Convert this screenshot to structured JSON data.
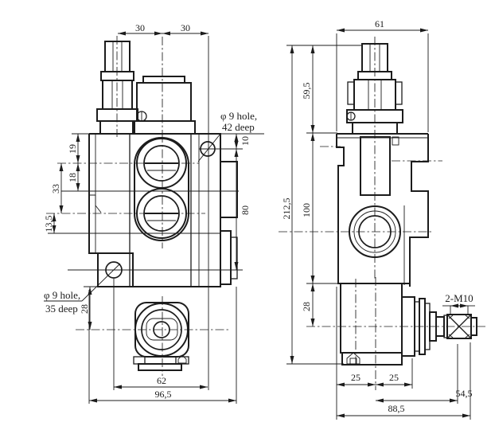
{
  "drawing": {
    "background": "#ffffff",
    "line_color": "#1c1c1c",
    "type": "engineering-drawing, hydraulic monoblock valve, two orthographic views"
  },
  "annotations": {
    "hole_top": {
      "line1": "φ 9 hole,",
      "line2": "42 deep"
    },
    "hole_bottom": {
      "line1": "φ 9 hole,",
      "line2": "35 deep"
    },
    "thread": "2-M10"
  },
  "dims": {
    "front": {
      "top_a": "30",
      "top_b": "30",
      "v19": "19",
      "v18": "18",
      "v33": "33",
      "v13_5": "13,5",
      "v10": "10",
      "v80": "80",
      "v28": "28",
      "b62": "62",
      "b96_5": "96,5"
    },
    "side": {
      "t61": "61",
      "v59_5": "59,5",
      "v212_5": "212,5",
      "v100": "100",
      "v28": "28",
      "b25a": "25",
      "b25b": "25",
      "b54_5": "54,5",
      "b88_5": "88,5"
    }
  }
}
